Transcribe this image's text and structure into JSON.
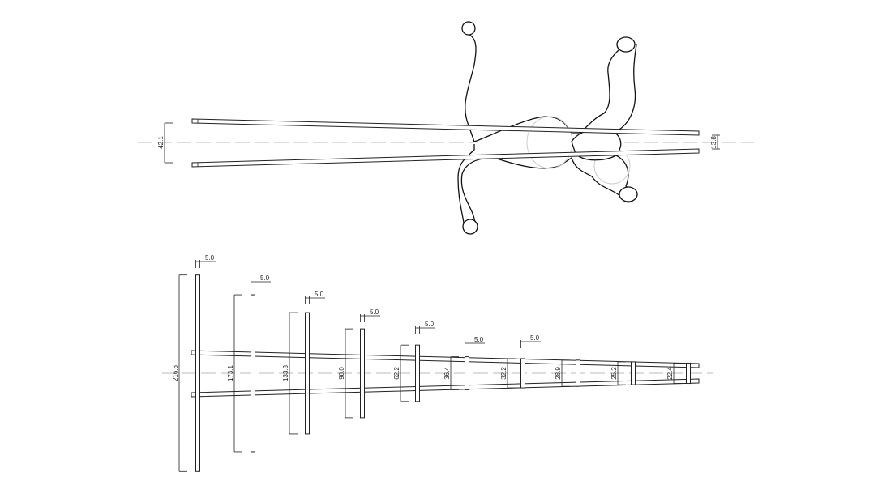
{
  "top_view": {
    "boom_spacing_label": "42.1",
    "tip_spacing_label": "13.8"
  },
  "side_view": {
    "element_thickness_label": "5.0",
    "element_lengths": [
      "216.6",
      "173.1",
      "133.8",
      "98.0",
      "62.2",
      "36.4",
      "32.2",
      "28.9",
      "25.2",
      "22.4"
    ]
  }
}
